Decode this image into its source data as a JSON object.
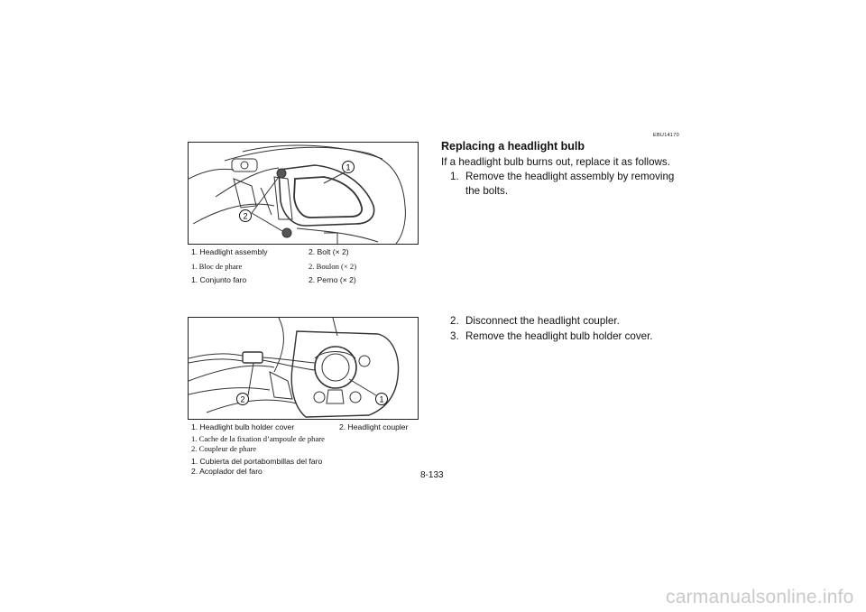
{
  "figure1": {
    "callouts": [
      "1",
      "2"
    ],
    "captions": {
      "en": [
        "1. Headlight assembly",
        "2. Bolt (× 2)"
      ],
      "fr": [
        "1. Bloc de phare",
        "2. Boulon (× 2)"
      ],
      "es": [
        "1. Conjunto faro",
        "2. Perno (× 2)"
      ]
    }
  },
  "figure2": {
    "callouts": [
      "1",
      "2"
    ],
    "captions": {
      "en": [
        "1. Headlight bulb holder cover",
        "2. Headlight coupler"
      ],
      "fr": [
        "1. Cache de la fixation d’ampoule de phare",
        "2. Coupleur de phare"
      ],
      "es": [
        "1. Cubierta del portabombillas del faro",
        "2. Acoplador del faro"
      ]
    }
  },
  "section": {
    "code": "EBU14170",
    "heading": "Replacing a headlight bulb",
    "intro": "If a headlight bulb burns out, replace it as follows.",
    "steps": [
      {
        "num": "1.",
        "text": "Remove the headlight assembly by removing the bolts."
      },
      {
        "num": "2.",
        "text": "Disconnect the headlight coupler."
      },
      {
        "num": "3.",
        "text": "Remove the headlight bulb holder cover."
      }
    ]
  },
  "page_number": "8-133",
  "watermark": "carmanualsonline.info"
}
